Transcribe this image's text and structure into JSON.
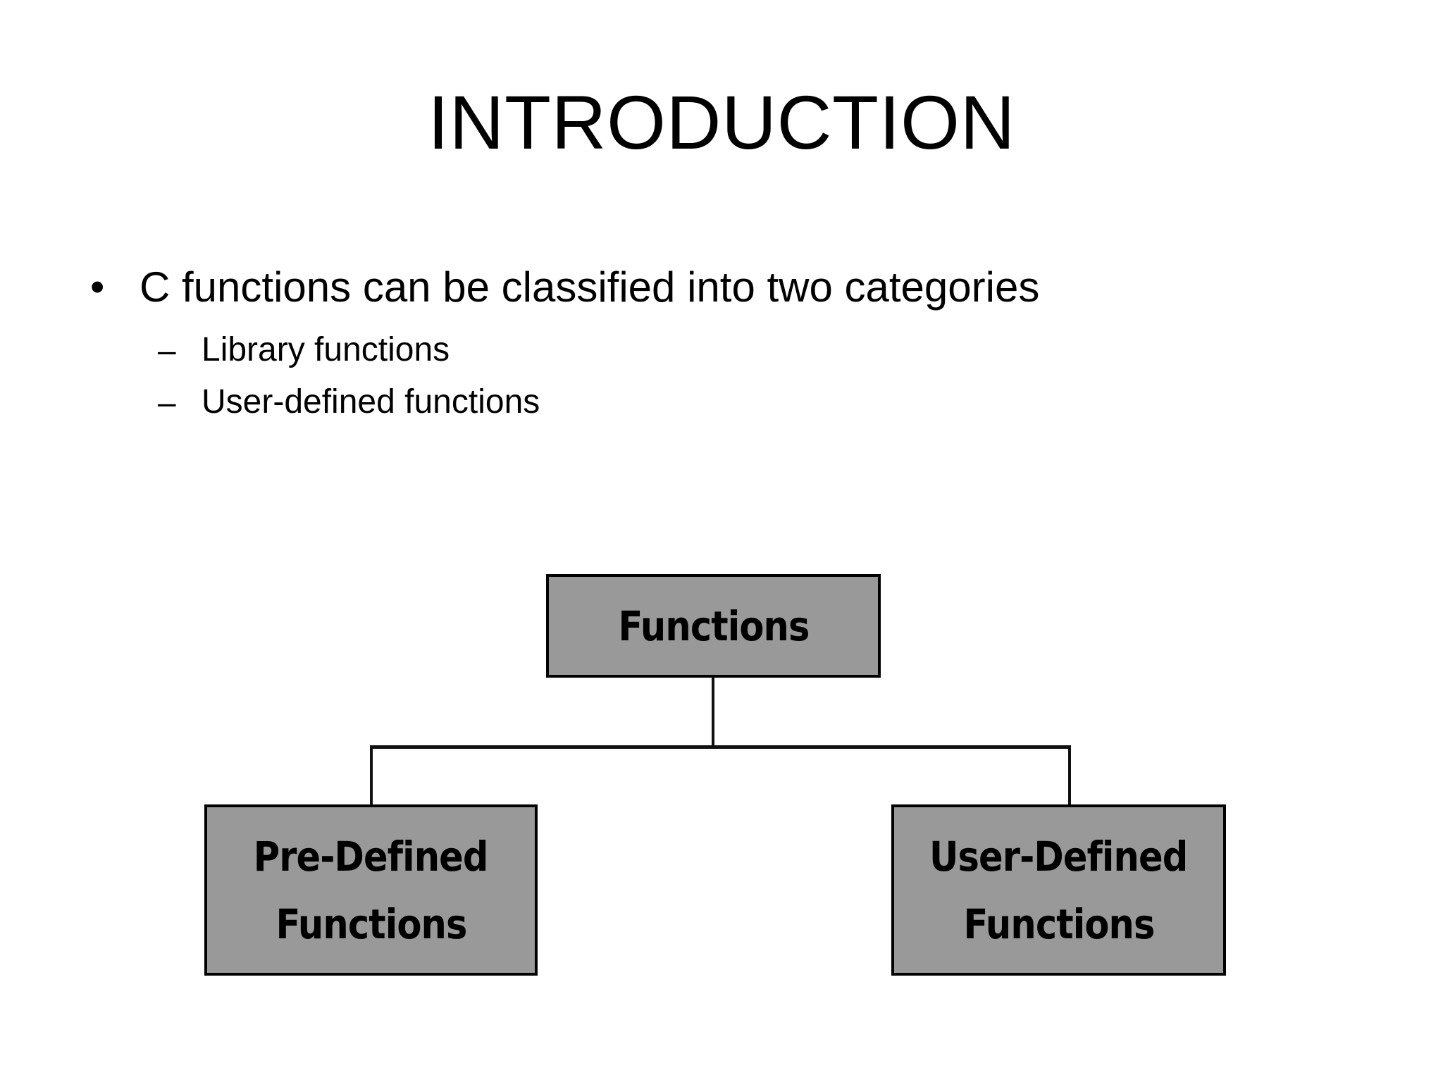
{
  "slide": {
    "title": "INTRODUCTION",
    "background_color": "#ffffff",
    "text_color": "#000000"
  },
  "body": {
    "bullets": [
      {
        "level": 1,
        "marker": "•",
        "text": "C functions can be classified into two categories"
      },
      {
        "level": 2,
        "marker": "–",
        "text": "Library functions"
      },
      {
        "level": 2,
        "marker": "–",
        "text": "User-defined functions"
      }
    ]
  },
  "diagram": {
    "type": "tree",
    "fill_color": "#999999",
    "border_color": "#000000",
    "nodes": {
      "root": {
        "label": "Functions"
      },
      "left": {
        "line1": "Pre-Defined",
        "line2": "Functions"
      },
      "right": {
        "line1": "User-Defined",
        "line2": "Functions"
      }
    }
  }
}
